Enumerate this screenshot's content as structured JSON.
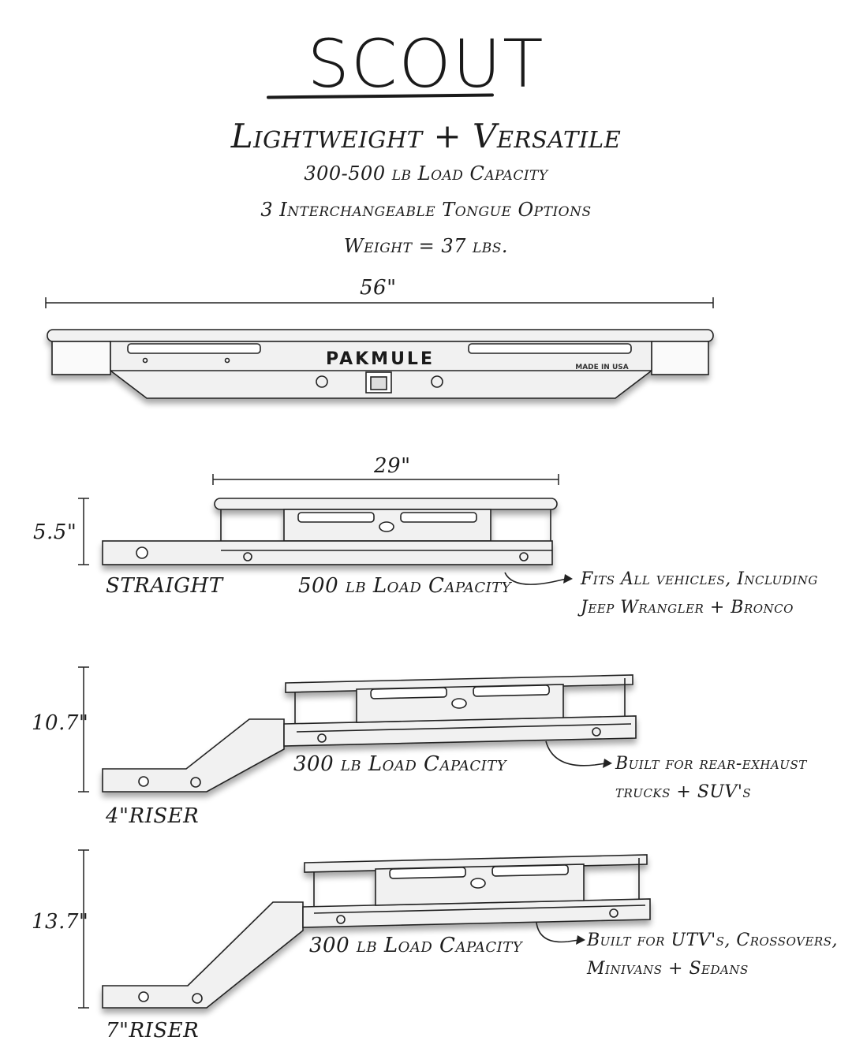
{
  "header": {
    "title": "SCOUT",
    "subtitle": "Lightweight + Versatile",
    "lines": [
      "300-500 lb Load Capacity",
      "3 Interchangeable Tongue Options",
      "Weight = 37 lbs."
    ]
  },
  "top_view": {
    "width_label": "56\"",
    "brand": "PAKMULE",
    "made_in": "MADE IN USA"
  },
  "variants": [
    {
      "name": "STRAIGHT",
      "height_label": "5.5\"",
      "capacity": "500 lb Load Capacity",
      "width_label": "29\"",
      "note": [
        "Fits All vehicles, Including",
        "Jeep Wrangler + Bronco"
      ]
    },
    {
      "name": "4\"RISER",
      "height_label": "10.7\"",
      "capacity": "300 lb Load Capacity",
      "note": [
        "Built for rear-exhaust",
        "trucks + SUV's"
      ]
    },
    {
      "name": "7\"RISER",
      "height_label": "13.7\"",
      "capacity": "300 lb Load Capacity",
      "note": [
        "Built for UTV's, Crossovers,",
        "Minivans + Sedans"
      ]
    }
  ]
}
